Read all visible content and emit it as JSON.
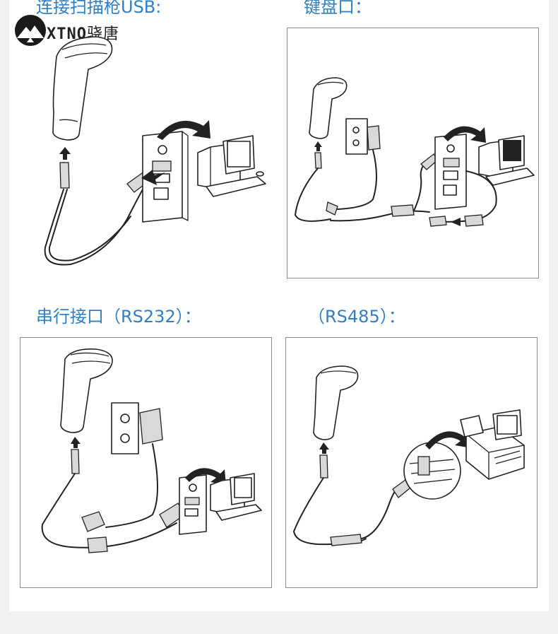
{
  "brand": {
    "logo_icon": "mountain-logo-icon",
    "letters": "XTNQ",
    "chinese": "骁唐"
  },
  "sections": [
    {
      "id": "usb",
      "label": "连接扫描枪USB:"
    },
    {
      "id": "keyboard",
      "label": "键盘口："
    },
    {
      "id": "rs232",
      "label": "串行接口（RS232）："
    },
    {
      "id": "rs485",
      "label": "（RS485）："
    }
  ],
  "colors": {
    "heading": "#2f7fc3",
    "panel_border": "#8c8c8c",
    "background": "#f2f2f2"
  }
}
